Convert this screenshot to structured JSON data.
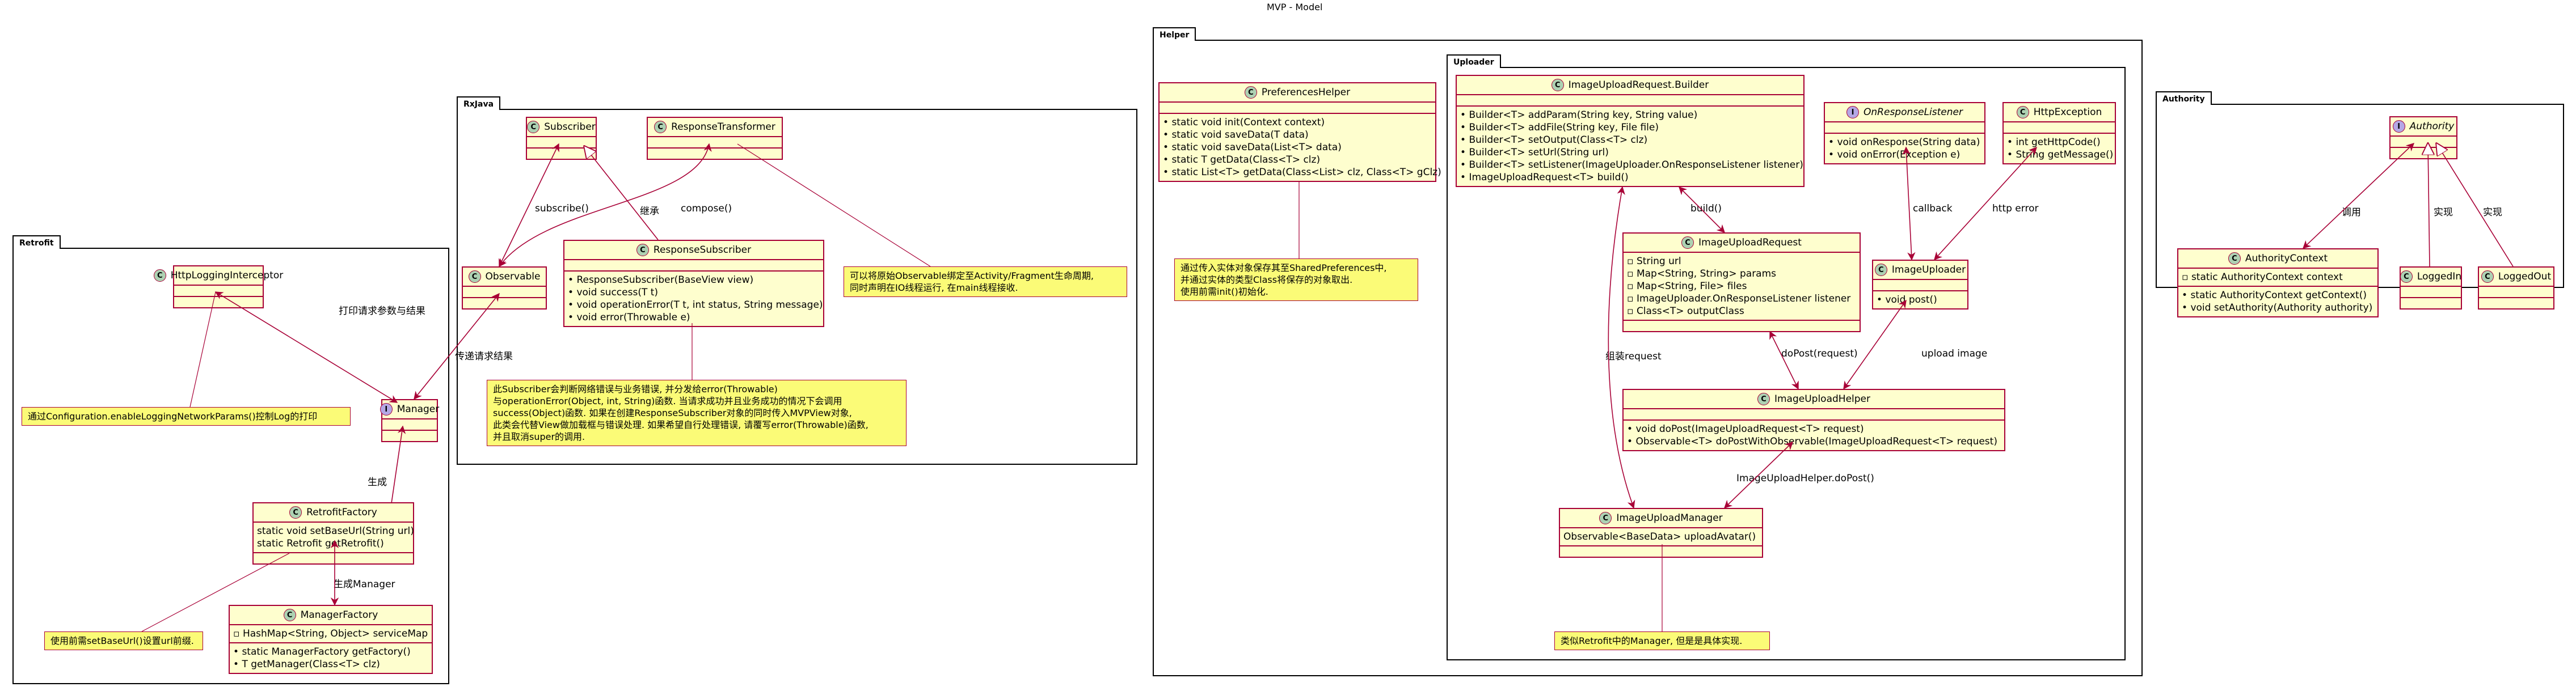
{
  "title": "MVP - Model",
  "packages": {
    "retrofit": "Retrofit",
    "rxjava": "RxJava",
    "helper": "Helper",
    "uploader": "Uploader",
    "authority": "Authority"
  },
  "classes": {
    "http_logging_interceptor": {
      "name": "HttpLoggingInterceptor"
    },
    "manager": {
      "name": "Manager"
    },
    "retrofit_factory": {
      "name": "RetrofitFactory",
      "fields": [
        "static void setBaseUrl(String url)",
        "static Retrofit getRetrofit()"
      ]
    },
    "manager_factory": {
      "name": "ManagerFactory",
      "fields": [
        "HashMap<String, Object> serviceMap"
      ],
      "methods": [
        "static ManagerFactory getFactory()",
        "T getManager(Class<T> clz)"
      ]
    },
    "subscriber": {
      "name": "Subscriber"
    },
    "response_transformer": {
      "name": "ResponseTransformer"
    },
    "observable": {
      "name": "Observable"
    },
    "response_subscriber": {
      "name": "ResponseSubscriber",
      "methods": [
        "ResponseSubscriber(BaseView view)",
        "void success(T t)",
        "void operationError(T t, int status, String message)",
        "void error(Throwable e)"
      ]
    },
    "preferences_helper": {
      "name": "PreferencesHelper",
      "methods": [
        "static void init(Context context)",
        "static void saveData(T data)",
        "static void saveData(List<T> data)",
        "static T getData(Class<T> clz)",
        "static List<T> getData(Class<List> clz, Class<T> gClz)"
      ]
    },
    "builder": {
      "name": "ImageUploadRequest.Builder",
      "methods": [
        "Builder<T> addParam(String key, String value)",
        "Builder<T> addFile(String key, File file)",
        "Builder<T> setOutput(Class<T> clz)",
        "Builder<T> setUrl(String url)",
        "Builder<T> setListener(ImageUploader.OnResponseListener listener)",
        "ImageUploadRequest<T> build()"
      ]
    },
    "on_response_listener": {
      "name": "OnResponseListener",
      "methods": [
        "void onResponse(String data)",
        "void onError(Exception e)"
      ]
    },
    "http_exception": {
      "name": "HttpException",
      "methods": [
        "int getHttpCode()",
        "String getMessage()"
      ]
    },
    "image_upload_request": {
      "name": "ImageUploadRequest",
      "fields": [
        "String url",
        "Map<String, String> params",
        "Map<String, File> files",
        "ImageUploader.OnResponseListener listener",
        "Class<T> outputClass"
      ]
    },
    "image_uploader": {
      "name": "ImageUploader",
      "methods": [
        "void post()"
      ]
    },
    "image_upload_helper": {
      "name": "ImageUploadHelper",
      "methods": [
        "void doPost(ImageUploadRequest<T> request)",
        "Observable<T> doPostWithObservable(ImageUploadRequest<T> request)"
      ]
    },
    "image_upload_manager": {
      "name": "ImageUploadManager",
      "fields": [
        "Observable<BaseData> uploadAvatar()"
      ]
    },
    "authority": {
      "name": "Authority"
    },
    "authority_context": {
      "name": "AuthorityContext",
      "fields": [
        "static AuthorityContext context"
      ],
      "methods": [
        "static AuthorityContext getContext()",
        "void setAuthority(Authority authority)"
      ]
    },
    "logged_in": {
      "name": "LoggedIn"
    },
    "logged_out": {
      "name": "LoggedOut"
    }
  },
  "notes": {
    "logging": "通过Configuration.enableLoggingNetworkParams()控制Log的打印",
    "base_url": "使用前需setBaseUrl()设置url前缀.",
    "transformer": [
      "可以将原始Observable绑定至Activity/Fragment生命周期,",
      "同时声明在IO线程运行, 在main线程接收."
    ],
    "subscriber": [
      "此Subscriber会判断网络错误与业务错误, 并分发给error(Throwable)",
      "与operationError(Object, int, String)函数. 当请求成功并且业务成功的情况下会调用",
      "success(Object)函数. 如果在创建ResponseSubscriber对象的同时传入MVPView对象,",
      "此类会代替View做加载框与错误处理. 如果希望自行处理错误, 请覆写error(Throwable)函数,",
      "并且取消super的调用."
    ],
    "preferences": [
      "通过传入实体对象保存其至SharedPreferences中,",
      "并通过实体的类型Class将保存的对象取出.",
      "使用前需init()初始化."
    ],
    "upload_manager": "类似Retrofit中的Manager, 但是是具体实现."
  },
  "edge_labels": {
    "print_params": "打印请求参数与结果",
    "create_1": "生成",
    "create_manager": "生成Manager",
    "subscribe": "subscribe()",
    "inherit": "继承",
    "compose": "compose()",
    "pass_result": "传递请求结果",
    "build": "build()",
    "callback": "callback",
    "http_error": "http error",
    "assemble_request": "组装request",
    "do_post": "doPost(request)",
    "upload_image": "upload image",
    "helper_do_post": "ImageUploadHelper.doPost()",
    "invoke": "调用",
    "impl_1": "实现",
    "impl_2": "实现"
  }
}
